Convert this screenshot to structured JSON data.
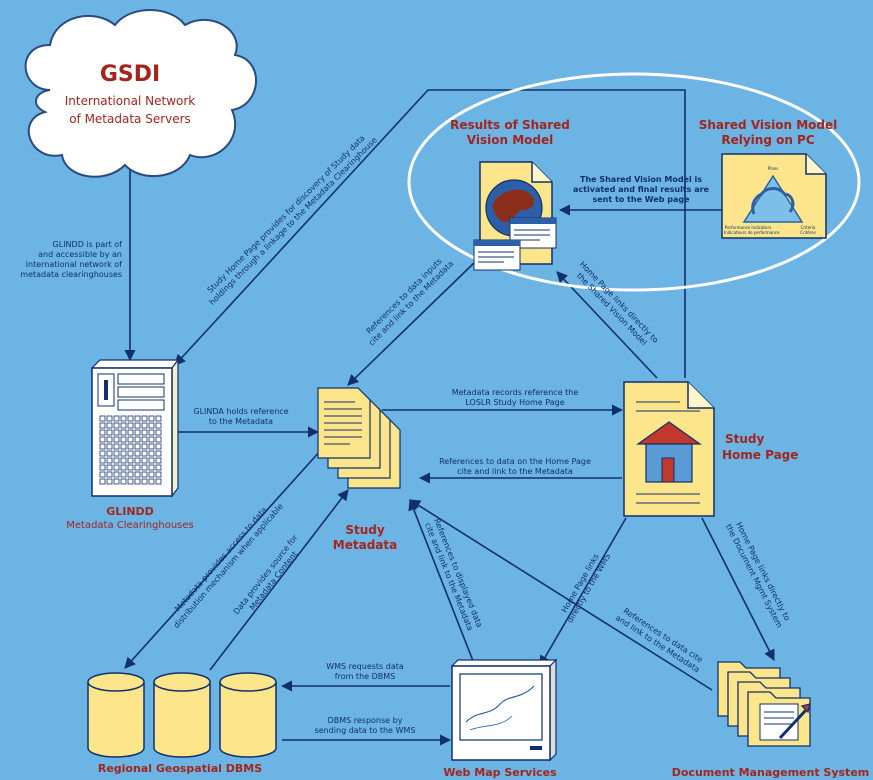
{
  "cloud": {
    "title": "GSDI",
    "subtitle_line1": "International Network",
    "subtitle_line2": "of Metadata Servers"
  },
  "nodes": {
    "glindd": {
      "title": "GLINDD",
      "subtitle": "Metadata Clearinghouses"
    },
    "study_metadata": {
      "line1": "Study",
      "line2": "Metadata"
    },
    "study_home": {
      "line1": "Study",
      "line2": "Home Page"
    },
    "results": {
      "line1": "Results of Shared",
      "line2": "Vision Model"
    },
    "svm_pc": {
      "line1": "Shared Vision Model",
      "line2": "Relying on PC"
    },
    "dbms": {
      "title": "Regional Geospatial DBMS"
    },
    "wms": {
      "title": "Web Map Services"
    },
    "dms": {
      "title": "Document Management System"
    }
  },
  "triangle_labels": {
    "top": "Plans",
    "left1": "Performance Indicators",
    "left2": "Indicateurs de performance",
    "right1": "Criteria",
    "right2": "Critères"
  },
  "edges": {
    "glindd_part_1": "GLINDD is part of",
    "glindd_part_2": "and accessible by an",
    "glindd_part_3": "international network of",
    "glindd_part_4": "metadata clearinghouses",
    "home_discovery_1": "Study Home Page provides for discovery of Study data",
    "home_discovery_2": "holdings through a linkage to the Metadata Clearinghouse",
    "glinda_ref_1": "GLINDA holds reference",
    "glinda_ref_2": "to the Metadata",
    "ref_inputs_1": "References to data inputs",
    "ref_inputs_2": "cite and link to the Metadata",
    "meta_records_1": "Metadata records reference the",
    "meta_records_2": "LOSLR Study Home Page",
    "ref_home_1": "References to data on the Home Page",
    "ref_home_2": "cite and link to the Metadata",
    "svm_activated_1": "The Shared Vision Model is",
    "svm_activated_2": "activated and final results are",
    "svm_activated_3": "sent to the Web page",
    "home_links_svm_1": "Home Page links directly to",
    "home_links_svm_2": "the Shared Vision Model",
    "meta_access_1": "Metadata provides access to data",
    "meta_access_2": "distribution mechanism when applicable",
    "data_source_1": "Data provides source for",
    "data_source_2": "Metadata Content",
    "ref_displayed_1": "References to displayed data",
    "ref_displayed_2": "cite and link to the Metadata",
    "home_wms_1": "Home Page links",
    "home_wms_2": "directly to the WMS",
    "home_dms_1": "Home Page links directly to",
    "home_dms_2": "the Document Mgmt System",
    "ref_dms_1": "References to data cite",
    "ref_dms_2": "and link to the Metadata",
    "wms_requests_1": "WMS requests data",
    "wms_requests_2": "from the DBMS",
    "dbms_response_1": "DBMS response by",
    "dbms_response_2": "sending data to the WMS"
  },
  "colors": {
    "background": "#6bb4e4",
    "arrow": "#12306b",
    "title_red": "#a3261e",
    "doc_fill": "#fce58a",
    "ellipse": "#ffffff"
  }
}
